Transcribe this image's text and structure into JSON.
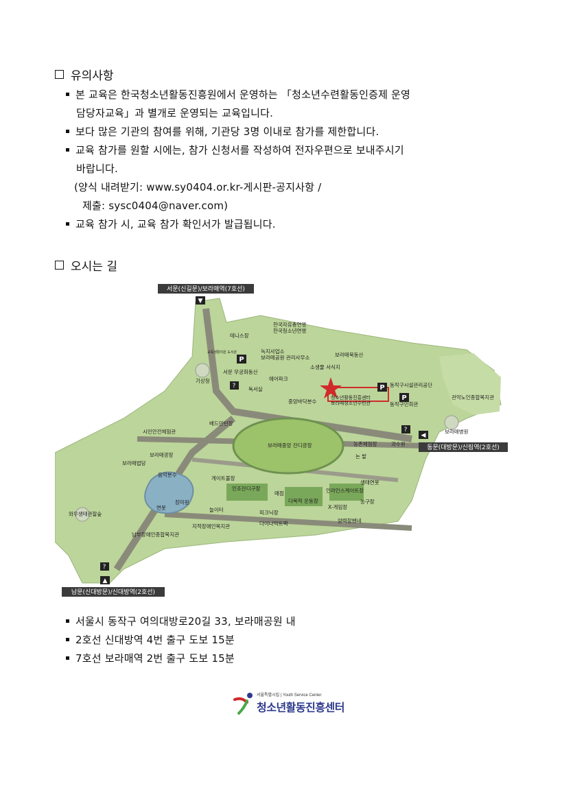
{
  "sections": {
    "notice_title": "유의사항",
    "directions_title": "오시는 길"
  },
  "notice": {
    "item1_line1": "본 교육은 한국청소년활동진흥원에서 운영하는 「청소년수련활동인증제 운영",
    "item1_line2": "담당자교육」과 별개로 운영되는 교육입니다.",
    "item2": "보다 많은 기관의 참여를 위해, 기관당 3명 이내로 참가를 제한합니다.",
    "item3_line1": "교육 참가를 원할 시에는, 참가 신청서를 작성하여 전자우편으로 보내주시기",
    "item3_line2": "바랍니다.",
    "form_line": "(양식 내려받기: www.sy0404.or.kr-게시판-공지사항 /",
    "submit_line": "제출: sysc0404@naver.com)",
    "item4": "교육 참가 시, 교육 참가 확인서가 발급됩니다."
  },
  "map": {
    "gate_west": "서문(신길문)/보라매역(7호선)",
    "gate_east": "동문(대방문)/신림역(2호선)",
    "gate_south": "남문(신대방문)/신대방역(2호선)",
    "labels": {
      "korea_youth": "한국자유총연맹",
      "korea_youth2": "한국청소년연맹",
      "tennis": "테니스장",
      "green_office": "녹지사업소",
      "park_office": "보라매공원 관리사무소",
      "boramae_hill": "보라매북동산",
      "sogwang": "소생물 서식지",
      "air_park": "에어파크",
      "dongjak_center": "동작구시설관리공단",
      "target": "청소년활동진흥센터",
      "center_sub": "보라매청소년수련관",
      "weather": "기상청",
      "library": "독서실",
      "fountain_center": "중앙바닥분수",
      "dongjak_culture": "동작구민회관",
      "elder_welfare": "관악노인종합복지관",
      "badminton": "배드민턴장",
      "safety": "시민안전체험관",
      "central_lawn": "보라매중앙 잔디광장",
      "farm": "농촌체험장",
      "field": "논  밭",
      "orchard": "과수원",
      "hospital": "보라매병원",
      "boramae_square": "보라매광장",
      "court": "보라매법당",
      "music_fountain": "음악분수",
      "gate_ball": "게이트볼장",
      "artificial_grass": "인조잔디구장",
      "inline": "인라인스케이트장",
      "ecology_pond": "생태연못",
      "shop": "매점",
      "multi_ground": "다목적 운동장",
      "x_game": "X-게임장",
      "basketball": "농구장",
      "pond": "연못",
      "garden": "장미원",
      "playground": "놀이터",
      "picnic": "피크닉장",
      "wawoo": "와우생태관찰숲",
      "disabled_welfare": "지적장애인복지관",
      "daina": "다이나믹트랙",
      "south_disabled": "남부장애인종합복지관",
      "reflect": "양력장벤네",
      "seomun_garden": "서문 무궁화동산",
      "kids_lib": "교육생활지원 도서관"
    }
  },
  "directions": {
    "address": "서울시 동작구 여의대방로20길 33, 보라매공원 내",
    "line2": "2호선 신대방역 4번 출구 도보 15분",
    "line7": "7호선 보라매역 2번 출구 도보 15분"
  },
  "logo": {
    "small": "서울특별시립 | Youth Service Center",
    "big": "청소년활동진흥센터"
  },
  "colors": {
    "park_green": "#a9c77e",
    "road_gray": "#8a8a7a",
    "accent_red": "#d02a2a",
    "logo_blue": "#2d3a8c"
  }
}
